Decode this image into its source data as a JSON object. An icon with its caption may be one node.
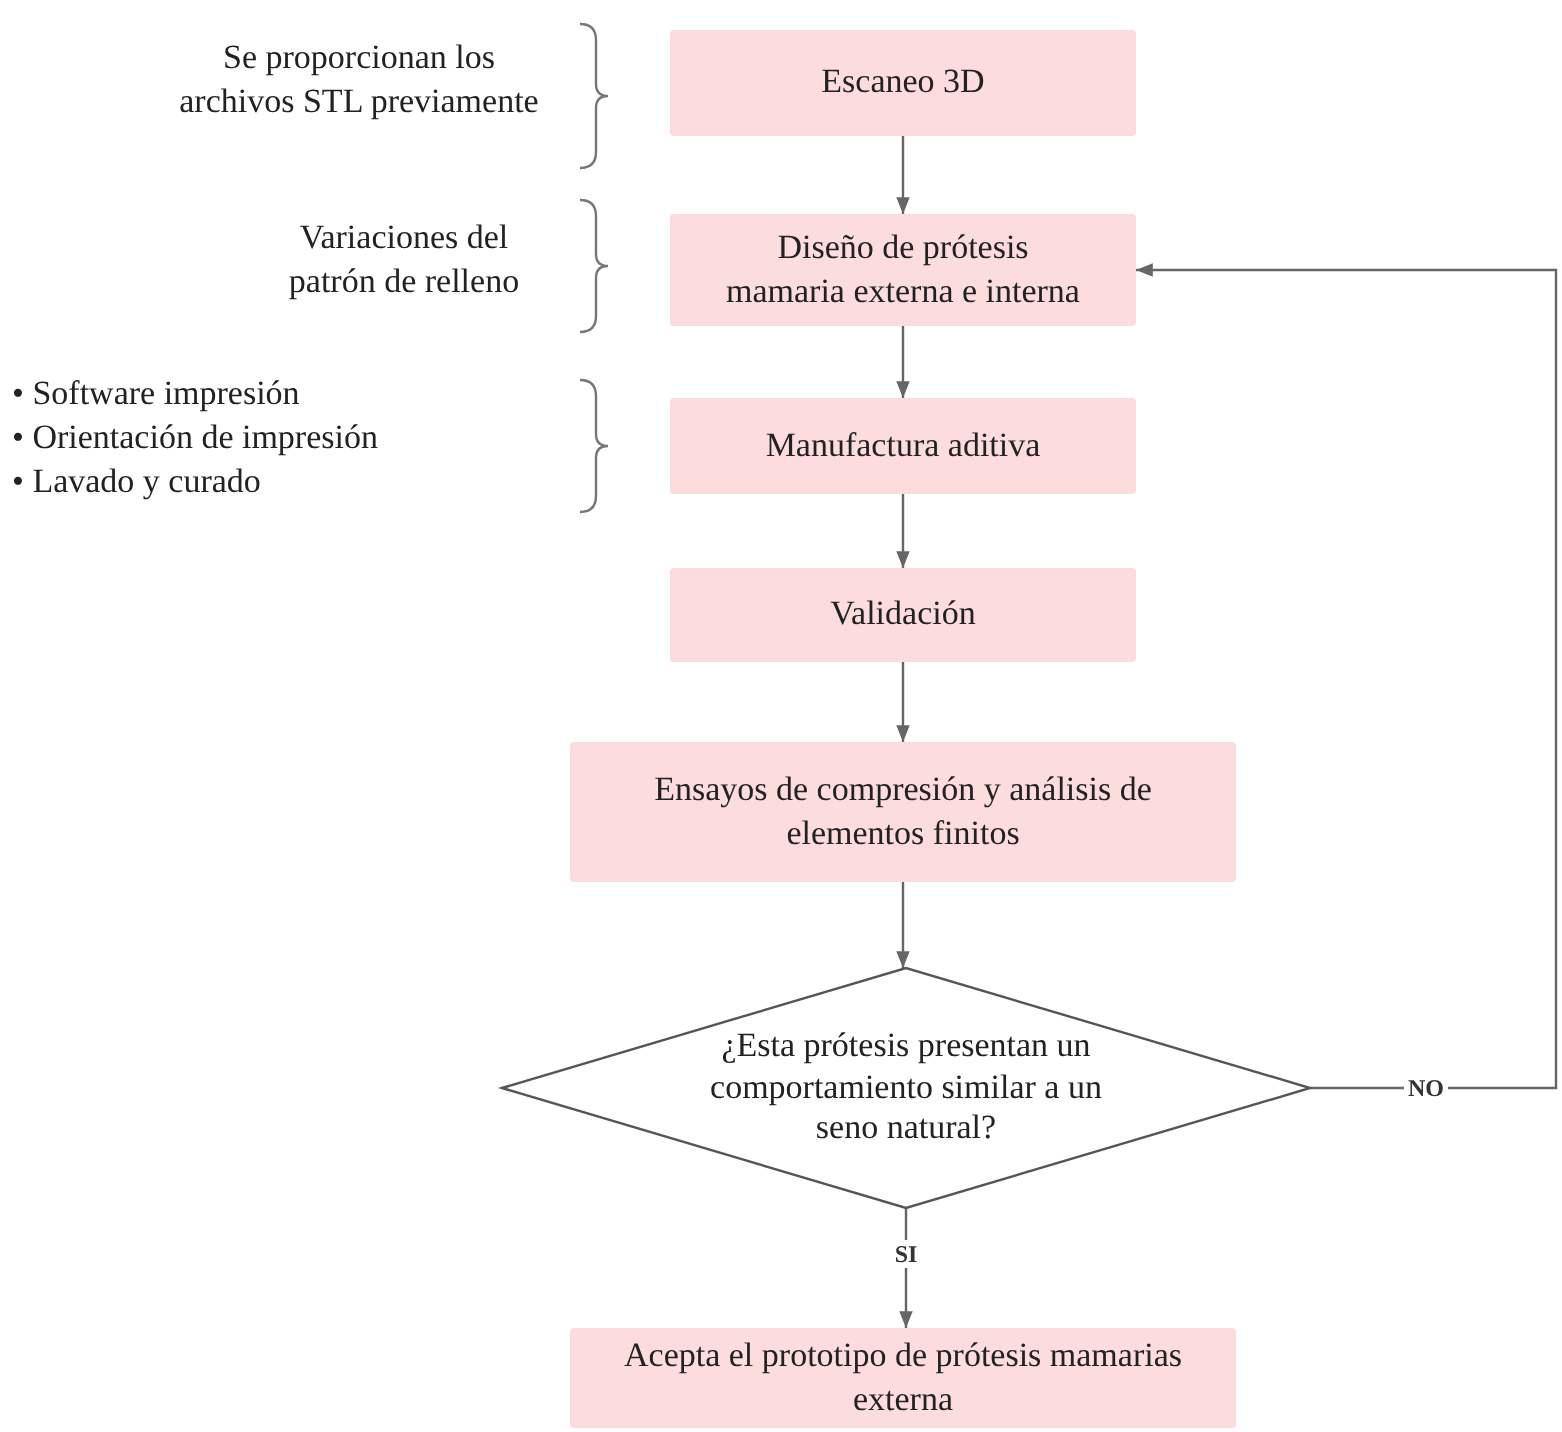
{
  "diagram": {
    "nodes": [
      {
        "text": [
          "Escaneo 3D"
        ]
      },
      {
        "text": [
          "Diseño de prótesis mamaria externa e interna"
        ]
      },
      {
        "text": [
          "Manufactura aditiva"
        ]
      },
      {
        "text": [
          "Validación"
        ]
      },
      {
        "text": [
          "Ensayos de compresión y análisis de elementos finitos"
        ]
      },
      {
        "text": [
          "¿Esta prótesis presentan un comportamiento similar a un seno natural?"
        ]
      },
      {
        "text": [
          "Acepta el prototipo de prótesis mamarias externa"
        ]
      }
    ],
    "edges": [
      {
        "from": 0,
        "to": 1,
        "arrow": "to"
      },
      {
        "from": 1,
        "to": 2,
        "arrow": "to"
      },
      {
        "from": 2,
        "to": 3,
        "arrow": "to"
      },
      {
        "from": 3,
        "to": 4,
        "arrow": "to"
      },
      {
        "from": 4,
        "to": 5,
        "arrow": "to"
      },
      {
        "from": 5,
        "to": 6,
        "arrow": "to",
        "label": "SI"
      },
      {
        "from": 5,
        "to": 1,
        "arrow": "to",
        "label": "NO"
      }
    ],
    "labels": [
      "Se proporcionan los archivos STL previamente",
      "Variaciones del patrón de relleno",
      "• Software impresión",
      "• Orientación de impresión",
      "• Lavado y curado"
    ]
  }
}
